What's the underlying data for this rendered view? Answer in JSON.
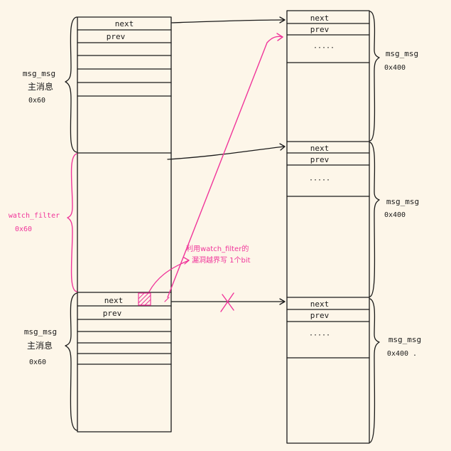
{
  "fields": {
    "next": "next",
    "prev": "prev",
    "ellipsis": "·····"
  },
  "left_labels": {
    "top_name": "msg_msg",
    "top_desc": "主消息",
    "top_size": "0x60",
    "middle_name": "watch_filter",
    "middle_size": "0x60",
    "bottom_name": "msg_msg",
    "bottom_desc": "主消息",
    "bottom_size": "0x60"
  },
  "right_labels": {
    "top_name": "msg_msg",
    "top_size": "0x400",
    "middle_name": "msg_msg",
    "middle_size": "0x400",
    "bottom_name": "msg_msg",
    "bottom_size": "0x400 ."
  },
  "annotation": {
    "line1": "利用watch_filter的",
    "line2": "漏洞越界写 1个bit"
  },
  "colors": {
    "ink": "#1a1a1a",
    "highlight": "#f0359a",
    "paper": "#fdf6e9"
  }
}
